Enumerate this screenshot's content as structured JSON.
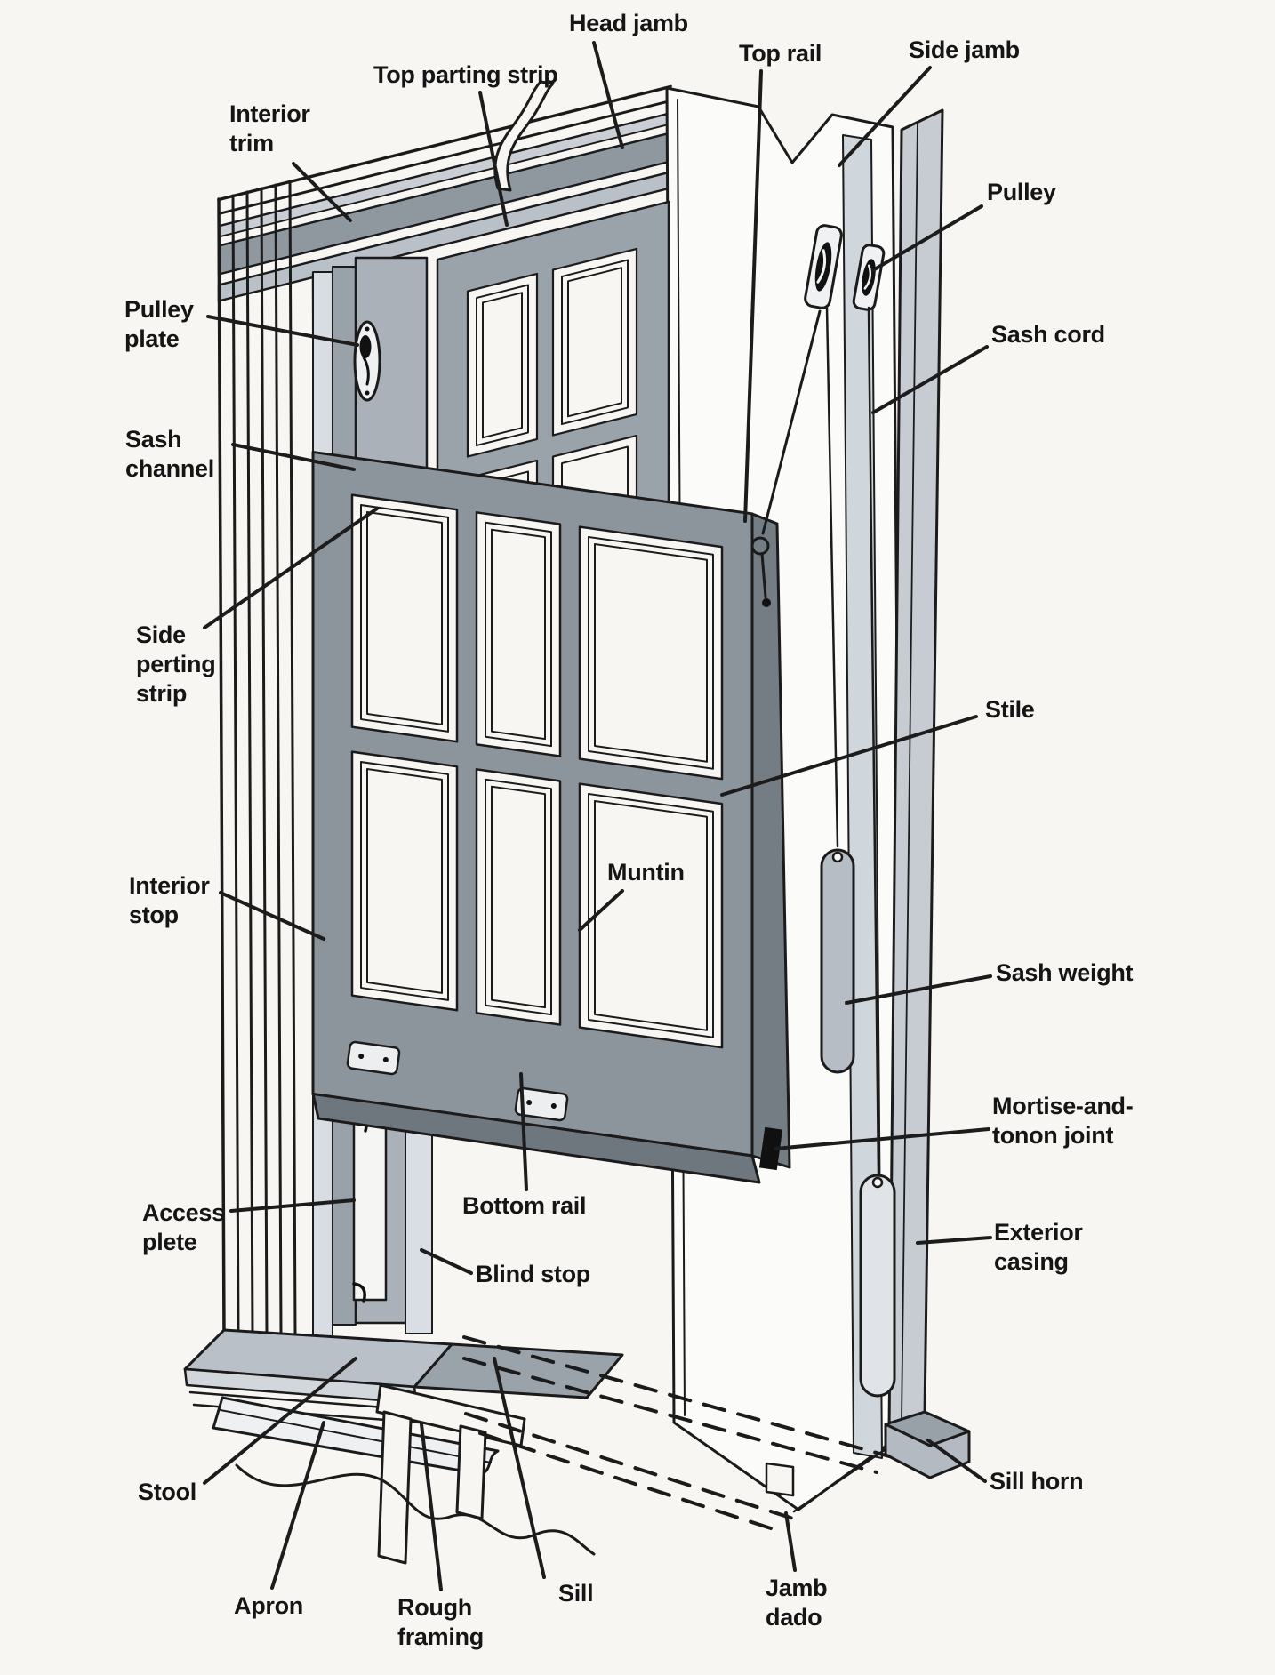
{
  "figure": {
    "kind": "labeled-diagram",
    "subject": "Double-hung sash window parts cutaway",
    "background_color": "#f7f6f3",
    "line_color": "#1b1b1b",
    "wood_grays": [
      "#8c949c",
      "#9aa2aa",
      "#aab1b8",
      "#c6ccd2",
      "#d7dde2"
    ],
    "labels": [
      {
        "id": "head-jamb",
        "lines": [
          "Head jamb"
        ]
      },
      {
        "id": "top-parting-strip",
        "lines": [
          "Top parting strip"
        ]
      },
      {
        "id": "interior-trim",
        "lines": [
          "Interior",
          "trim"
        ]
      },
      {
        "id": "top-rail",
        "lines": [
          "Top rail"
        ]
      },
      {
        "id": "side-jamb",
        "lines": [
          "Side jamb"
        ]
      },
      {
        "id": "pulley",
        "lines": [
          "Pulley"
        ]
      },
      {
        "id": "pulley-plate",
        "lines": [
          "Pulley",
          "plate"
        ]
      },
      {
        "id": "sash-cord",
        "lines": [
          "Sash cord"
        ]
      },
      {
        "id": "sash-channel",
        "lines": [
          "Sash",
          "channel"
        ]
      },
      {
        "id": "side-perting-strip",
        "lines": [
          "Side",
          "perting",
          "strip"
        ]
      },
      {
        "id": "stile",
        "lines": [
          "Stile"
        ]
      },
      {
        "id": "interior-stop",
        "lines": [
          "Interior",
          "stop"
        ]
      },
      {
        "id": "muntin",
        "lines": [
          "Muntin"
        ]
      },
      {
        "id": "sash-weight",
        "lines": [
          "Sash weight"
        ]
      },
      {
        "id": "mortise-and-tonon-joint",
        "lines": [
          "Mortise-and-",
          "tonon joint"
        ]
      },
      {
        "id": "access-plete",
        "lines": [
          "Access",
          "plete"
        ]
      },
      {
        "id": "bottom-rail",
        "lines": [
          "Bottom rail"
        ]
      },
      {
        "id": "exterior-casing",
        "lines": [
          "Exterior",
          "casing"
        ]
      },
      {
        "id": "blind-stop",
        "lines": [
          "Blind stop"
        ]
      },
      {
        "id": "stool",
        "lines": [
          "Stool"
        ]
      },
      {
        "id": "sill-horn",
        "lines": [
          "Sill horn"
        ]
      },
      {
        "id": "apron",
        "lines": [
          "Apron"
        ]
      },
      {
        "id": "rough-framing",
        "lines": [
          "Rough",
          "framing"
        ]
      },
      {
        "id": "sill",
        "lines": [
          "Sill"
        ]
      },
      {
        "id": "jamb-dado",
        "lines": [
          "Jamb",
          "dado"
        ]
      }
    ]
  }
}
